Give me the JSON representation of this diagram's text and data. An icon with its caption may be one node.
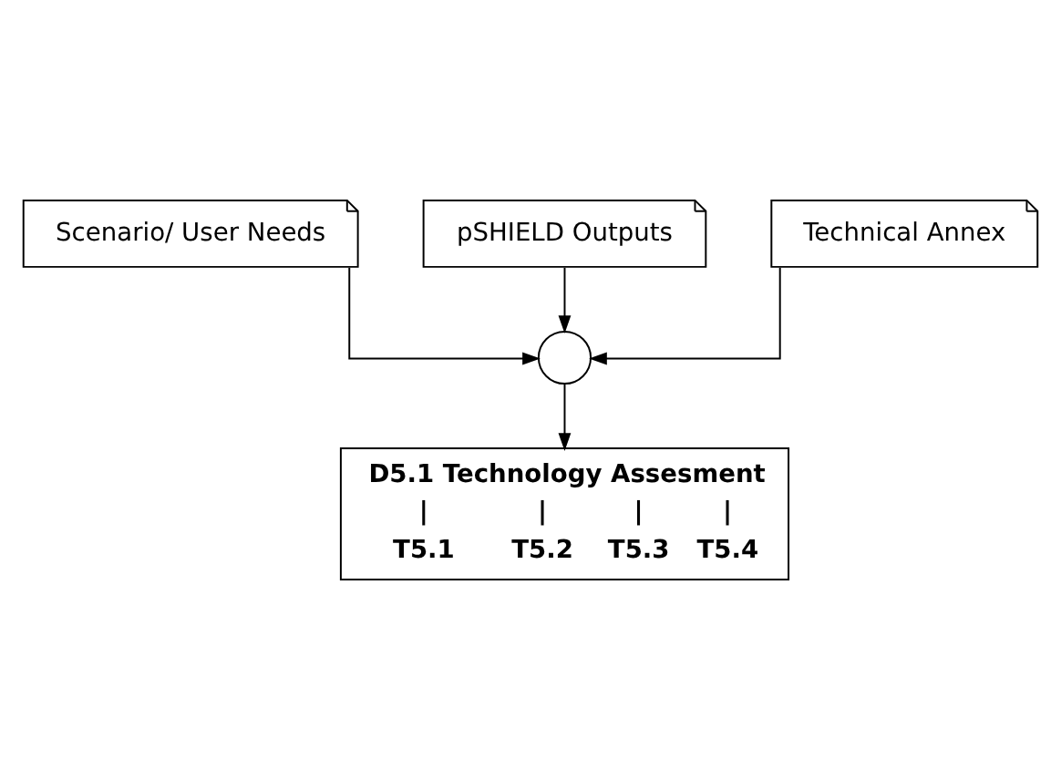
{
  "diagram": {
    "nodes": [
      {
        "text": [
          "Scenario/ User Needs"
        ]
      },
      {
        "text": [
          "pSHIELD Outputs"
        ]
      },
      {
        "text": [
          "Technical Annex"
        ]
      },
      {
        "text": [],
        "shape": "circle"
      },
      {
        "text": [
          "D5.1 Technology Assesment",
          "|",
          "|",
          "|",
          "|",
          "T5.1",
          "T5.2",
          "T5.3",
          "T5.4"
        ]
      }
    ],
    "edges": [
      {
        "from": 0,
        "to": 3,
        "arrow": "to"
      },
      {
        "from": 1,
        "to": 3,
        "arrow": "to"
      },
      {
        "from": 2,
        "to": 3,
        "arrow": "to"
      },
      {
        "from": 3,
        "to": 4,
        "arrow": "to"
      }
    ]
  }
}
